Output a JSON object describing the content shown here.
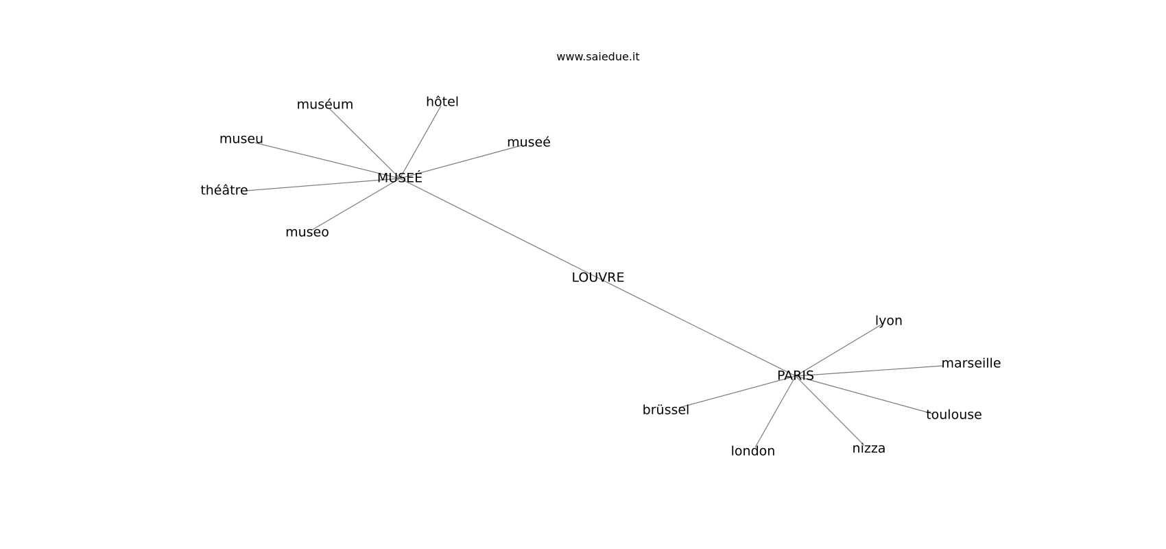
{
  "caption": "www.saiedue.it",
  "graph": {
    "nodes": [
      {
        "id": "louvre",
        "label": "LOUVRE"
      },
      {
        "id": "musee_hub",
        "label": "MUSEÉ"
      },
      {
        "id": "paris",
        "label": "PARIS"
      },
      {
        "id": "museum",
        "label": "muséum"
      },
      {
        "id": "hotel",
        "label": "hôtel"
      },
      {
        "id": "musee",
        "label": "museé"
      },
      {
        "id": "museu",
        "label": "museu"
      },
      {
        "id": "theatre",
        "label": "théâtre"
      },
      {
        "id": "museo",
        "label": "museo"
      },
      {
        "id": "lyon",
        "label": "lyon"
      },
      {
        "id": "marseille",
        "label": "marseille"
      },
      {
        "id": "toulouse",
        "label": "toulouse"
      },
      {
        "id": "nizza",
        "label": "nizza"
      },
      {
        "id": "london",
        "label": "london"
      },
      {
        "id": "brussel",
        "label": "brüssel"
      }
    ],
    "edges": [
      [
        "musee_hub",
        "louvre"
      ],
      [
        "louvre",
        "paris"
      ],
      [
        "musee_hub",
        "museum"
      ],
      [
        "musee_hub",
        "hotel"
      ],
      [
        "musee_hub",
        "musee"
      ],
      [
        "musee_hub",
        "museu"
      ],
      [
        "musee_hub",
        "theatre"
      ],
      [
        "musee_hub",
        "museo"
      ],
      [
        "paris",
        "lyon"
      ],
      [
        "paris",
        "marseille"
      ],
      [
        "paris",
        "toulouse"
      ],
      [
        "paris",
        "nizza"
      ],
      [
        "paris",
        "london"
      ],
      [
        "paris",
        "brussel"
      ]
    ]
  }
}
